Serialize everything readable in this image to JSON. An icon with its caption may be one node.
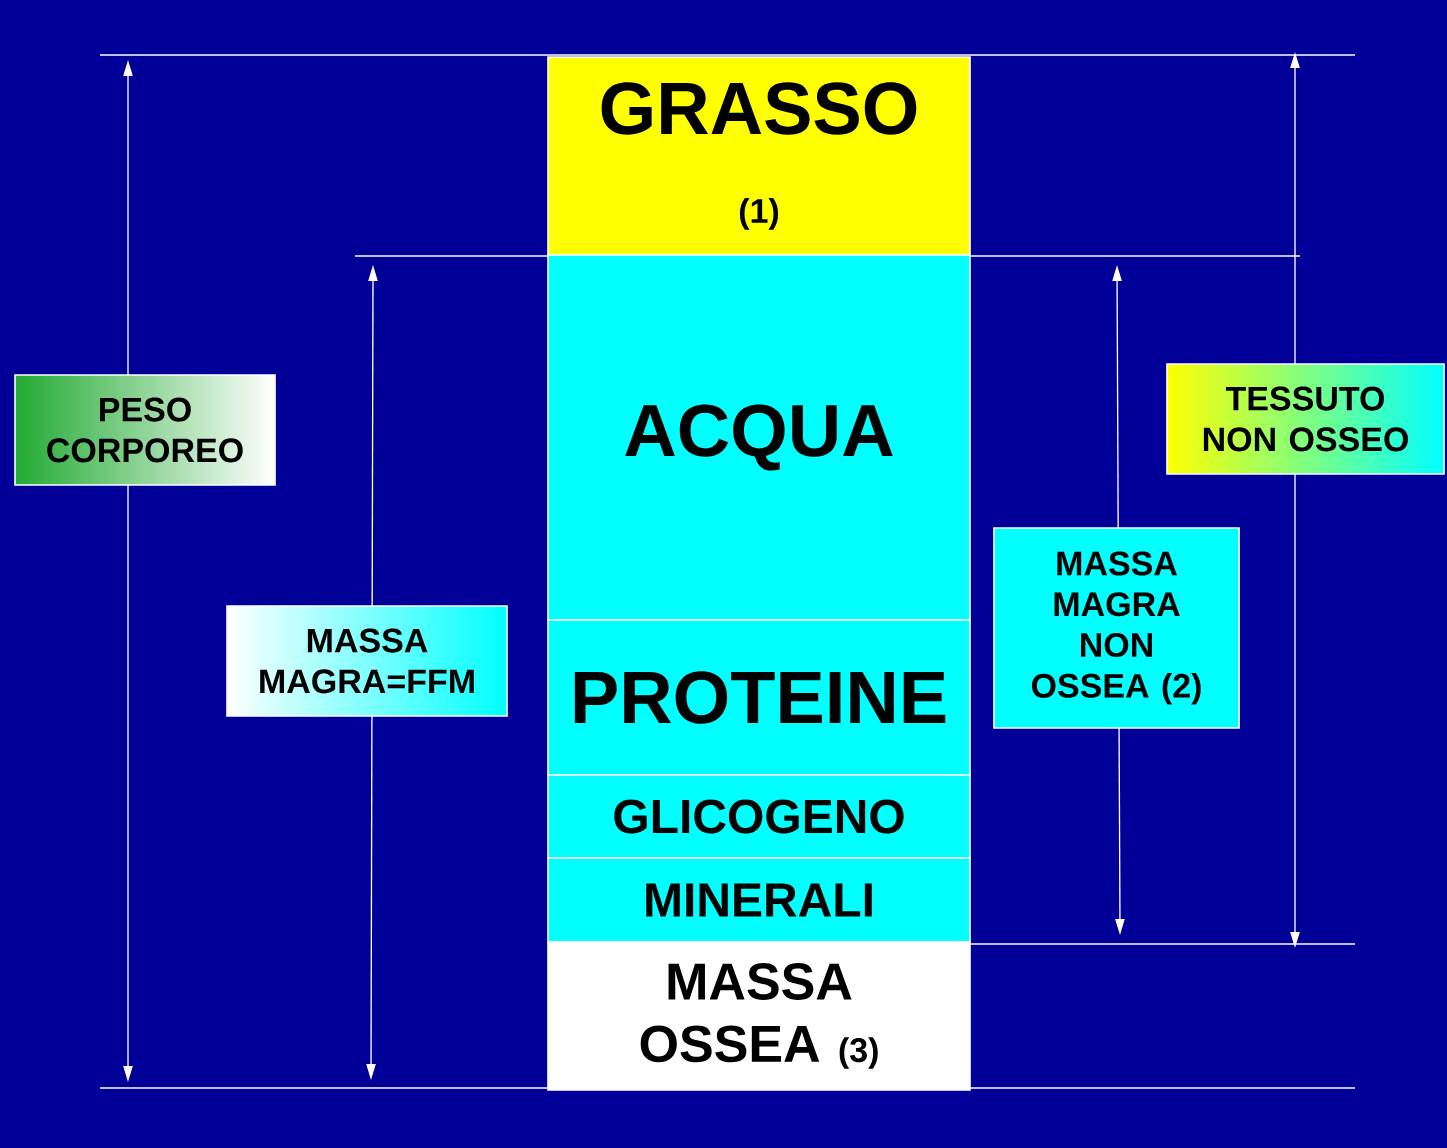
{
  "diagram": {
    "nodes": [
      {
        "text": [
          "GRASSO",
          "(1)"
        ]
      },
      {
        "text": [
          "ACQUA"
        ]
      },
      {
        "text": [
          "PROTEINE"
        ]
      },
      {
        "text": [
          "GLICOGENO"
        ]
      },
      {
        "text": [
          "MINERALI"
        ]
      },
      {
        "text": [
          "MASSA OSSEA",
          "(3)"
        ]
      },
      {
        "text": [
          "PESO CORPOREO"
        ]
      },
      {
        "text": [
          "MASSA MAGRA=FFM"
        ]
      },
      {
        "text": [
          "MASSA MAGRA NON OSSEA (2)"
        ]
      },
      {
        "text": [
          "TESSUTO NON OSSEO"
        ]
      }
    ]
  }
}
